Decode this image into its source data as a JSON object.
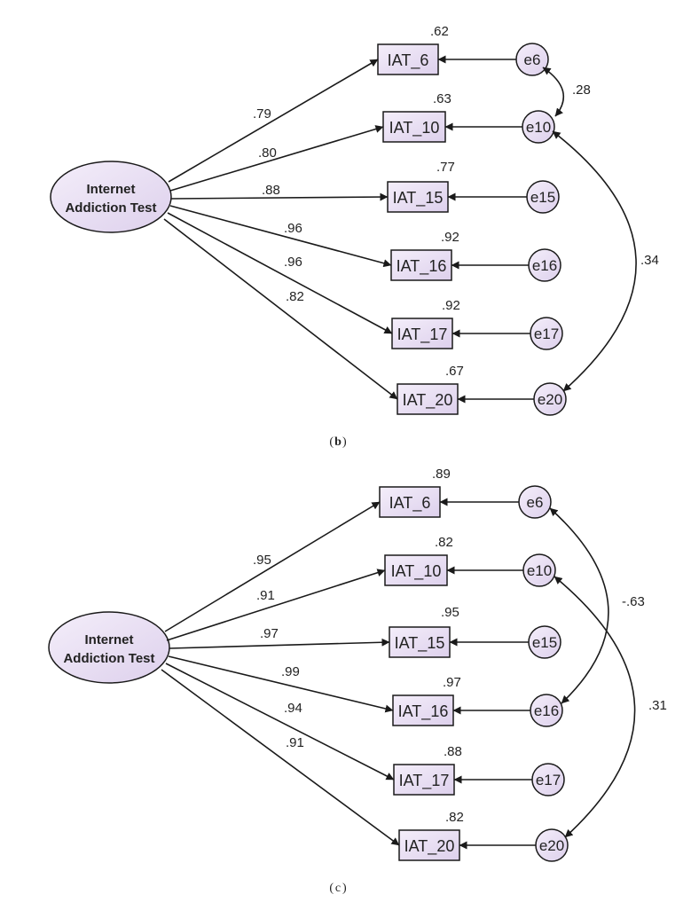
{
  "diagrams": [
    {
      "id": "b",
      "caption_label": "b",
      "latent": {
        "line1": "Internet",
        "line2": "Addiction Test"
      },
      "indicators": [
        {
          "label": "IAT_6",
          "error": "e6",
          "loading": ".79",
          "r2": ".62"
        },
        {
          "label": "IAT_10",
          "error": "e10",
          "loading": ".80",
          "r2": ".63"
        },
        {
          "label": "IAT_15",
          "error": "e15",
          "loading": ".88",
          "r2": ".77"
        },
        {
          "label": "IAT_16",
          "error": "e16",
          "loading": ".96",
          "r2": ".92"
        },
        {
          "label": "IAT_17",
          "error": "e17",
          "loading": ".96",
          "r2": ".92"
        },
        {
          "label": "IAT_20",
          "error": "e20",
          "loading": ".82",
          "r2": ".67"
        }
      ],
      "covariances": [
        {
          "from": "e6",
          "to": "e10",
          "value": ".28"
        },
        {
          "from": "e10",
          "to": "e20",
          "value": ".34"
        }
      ]
    },
    {
      "id": "c",
      "caption_label": "c",
      "latent": {
        "line1": "Internet",
        "line2": "Addiction Test"
      },
      "indicators": [
        {
          "label": "IAT_6",
          "error": "e6",
          "loading": ".95",
          "r2": ".89"
        },
        {
          "label": "IAT_10",
          "error": "e10",
          "loading": ".91",
          "r2": ".82"
        },
        {
          "label": "IAT_15",
          "error": "e15",
          "loading": ".97",
          "r2": ".95"
        },
        {
          "label": "IAT_16",
          "error": "e16",
          "loading": ".99",
          "r2": ".97"
        },
        {
          "label": "IAT_17",
          "error": "e17",
          "loading": ".94",
          "r2": ".88"
        },
        {
          "label": "IAT_20",
          "error": "e20",
          "loading": ".91",
          "r2": ".82"
        }
      ],
      "covariances": [
        {
          "from": "e6",
          "to": "e16",
          "value": "-.63"
        },
        {
          "from": "e10",
          "to": "e20",
          "value": ".31"
        }
      ]
    }
  ],
  "colors": {
    "node_fill": "#e9dff3",
    "stroke": "#1a1a1a",
    "text": "#222222"
  }
}
